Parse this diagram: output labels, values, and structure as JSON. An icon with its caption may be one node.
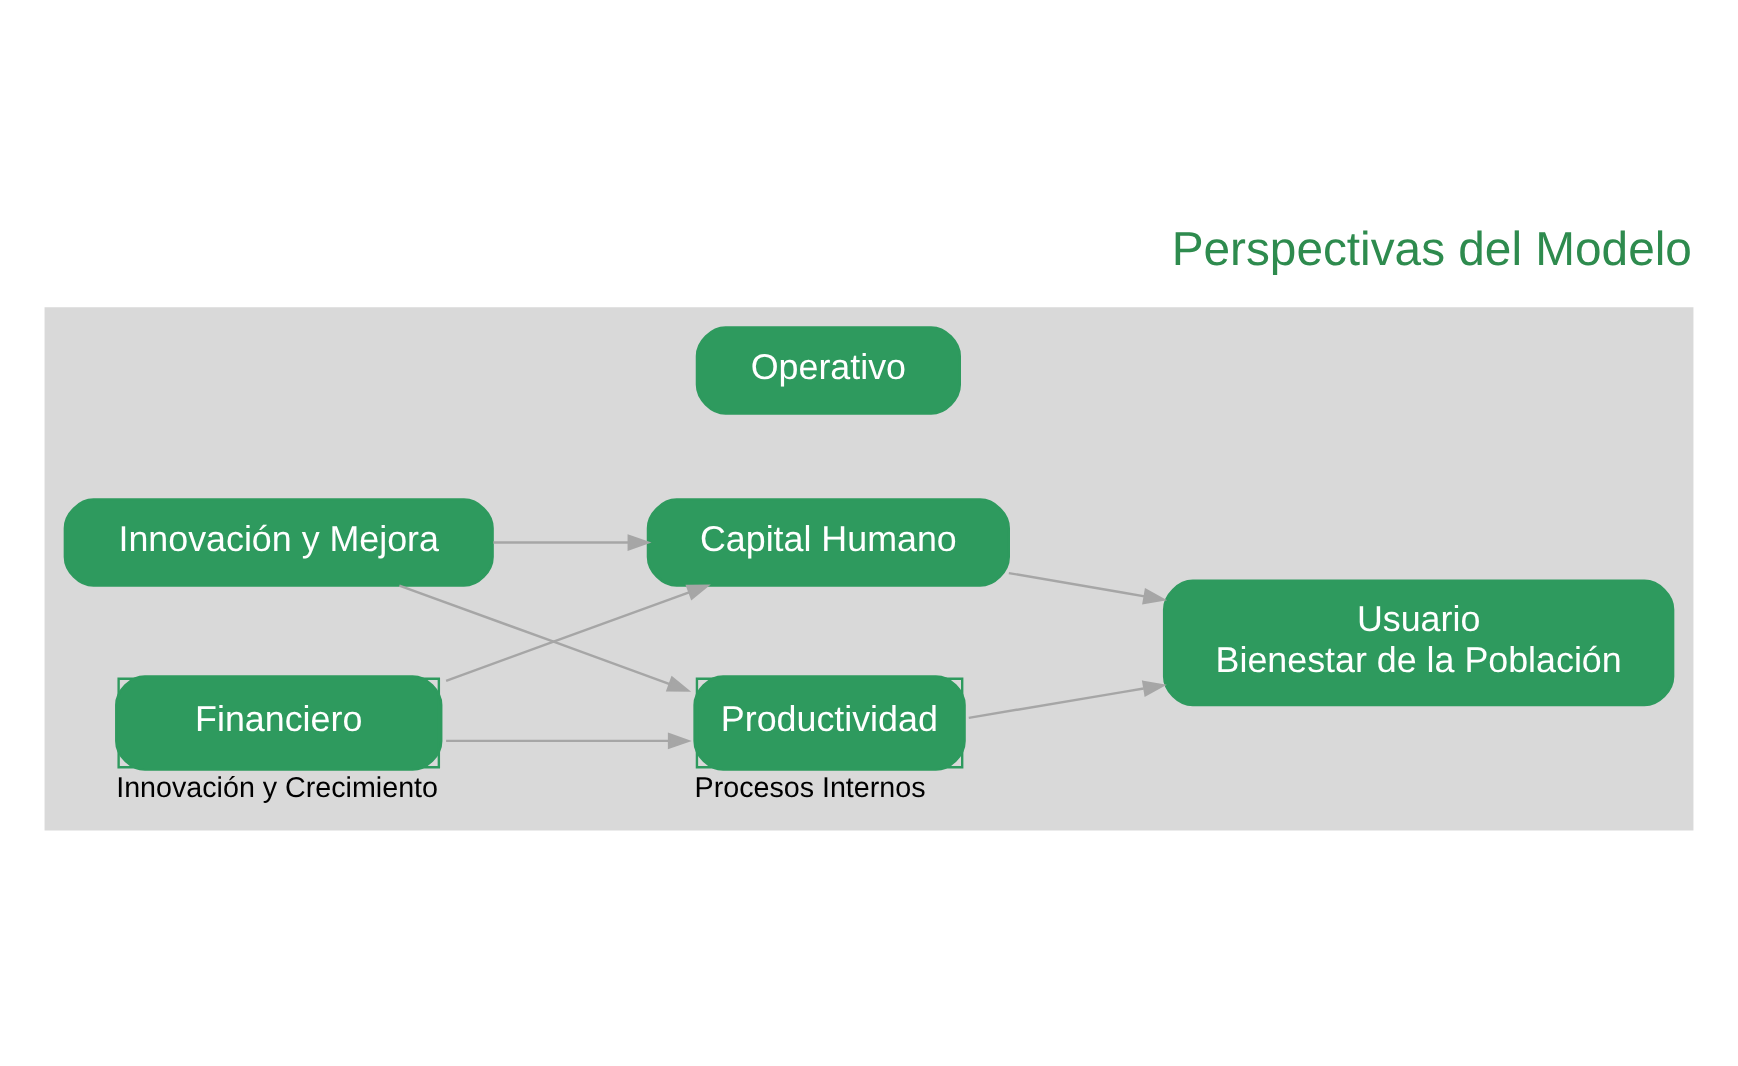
{
  "diagram": {
    "title": "Perspectivas del Modelo",
    "nodes": [
      {
        "text": [],
        "shape": "triangle"
      },
      {
        "text": [
          "Innovación y Mejora"
        ],
        "in": 0
      },
      {
        "text": [
          "Financiero"
        ],
        "in": 0,
        "beside": [
          "Innovación y Crecimiento"
        ]
      },
      {
        "text": [
          "Capital Humano"
        ],
        "in": 0
      },
      {
        "text": [
          "Operativo"
        ],
        "in": 0
      },
      {
        "text": [
          "Productividad"
        ],
        "in": 0,
        "beside": [
          "Procesos Internos"
        ]
      },
      {
        "text": [
          "Usuario",
          "Bienestar de la Población"
        ],
        "in": 0
      }
    ],
    "edges": [
      {
        "from": 1,
        "to": 3,
        "arrow": "to"
      },
      {
        "from": 1,
        "to": 5,
        "arrow": "to"
      },
      {
        "from": 2,
        "to": 3,
        "arrow": "to"
      },
      {
        "from": 2,
        "to": 5,
        "arrow": "to"
      },
      {
        "from": 3,
        "to": 6,
        "arrow": "to"
      },
      {
        "from": 5,
        "to": 6,
        "arrow": "to"
      }
    ]
  }
}
